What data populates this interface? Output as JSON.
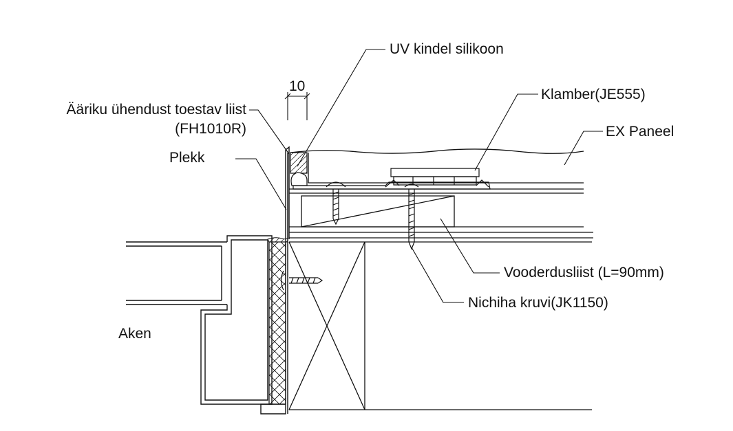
{
  "labels": {
    "uv_silicone": "UV kindel silikoon",
    "dimension_10": "10",
    "corner_joint_strip": "Ääriku ühendust toestav liist",
    "corner_joint_strip_code": "(FH1010R)",
    "klamber": "Klamber(JE555)",
    "ex_panel": "EX Paneel",
    "plekk": "Plekk",
    "vooderdusliist": "Vooderdusliist (L=90mm)",
    "nichiha_kruvi": "Nichiha kruvi(JK1150)",
    "aken": "Aken"
  },
  "colors": {
    "line": "#111111",
    "background": "#ffffff"
  }
}
